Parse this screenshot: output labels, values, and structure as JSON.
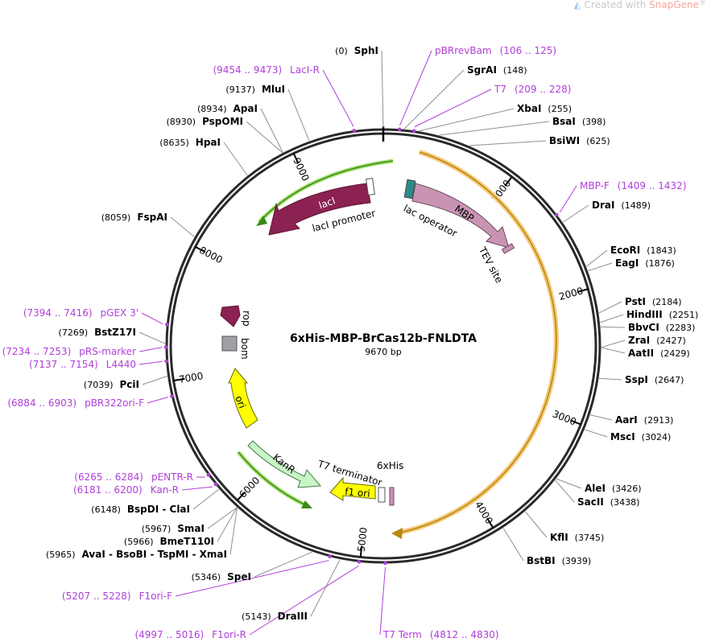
{
  "watermark": {
    "prefix": "Created with",
    "brand": "SnapGene",
    "mark": "®"
  },
  "plasmid": {
    "name": "6xHis-MBP-BrCas12b-FNLDTA",
    "length_label": "9670 bp",
    "length": 9670
  },
  "tick_labels": [
    "1000",
    "2000",
    "3000",
    "4000",
    "5000",
    "6000",
    "7000",
    "8000",
    "9000"
  ],
  "sites": [
    {
      "name": "SphI",
      "pos": "(0)"
    },
    {
      "name": "SgrAI",
      "pos": "(148)"
    },
    {
      "name": "XbaI",
      "pos": "(255)"
    },
    {
      "name": "BsaI",
      "pos": "(398)"
    },
    {
      "name": "BsiWI",
      "pos": "(625)"
    },
    {
      "name": "DraI",
      "pos": "(1489)"
    },
    {
      "name": "EcoRI",
      "pos": "(1843)"
    },
    {
      "name": "EagI",
      "pos": "(1876)"
    },
    {
      "name": "PstI",
      "pos": "(2184)"
    },
    {
      "name": "HindIII",
      "pos": "(2251)"
    },
    {
      "name": "BbvCI",
      "pos": "(2283)"
    },
    {
      "name": "ZraI",
      "pos": "(2427)"
    },
    {
      "name": "AatII",
      "pos": "(2429)"
    },
    {
      "name": "SspI",
      "pos": "(2647)"
    },
    {
      "name": "AarI",
      "pos": "(2913)"
    },
    {
      "name": "MscI",
      "pos": "(3024)"
    },
    {
      "name": "AleI",
      "pos": "(3426)"
    },
    {
      "name": "SacII",
      "pos": "(3438)"
    },
    {
      "name": "KflI",
      "pos": "(3745)"
    },
    {
      "name": "BstBI",
      "pos": "(3939)"
    },
    {
      "name": "DraIII",
      "pos": "(5143)"
    },
    {
      "name": "SpeI",
      "pos": "(5346)"
    },
    {
      "name": "AvaI  -  BsoBI  -  TspMI  -  XmaI",
      "pos": "(5965)"
    },
    {
      "name": "BmeT110I",
      "pos": "(5966)"
    },
    {
      "name": "SmaI",
      "pos": "(5967)"
    },
    {
      "name": "BspDI  -  ClaI",
      "pos": "(6148)"
    },
    {
      "name": "PciI",
      "pos": "(7039)"
    },
    {
      "name": "BstZ17I",
      "pos": "(7269)"
    },
    {
      "name": "FspAI",
      "pos": "(8059)"
    },
    {
      "name": "HpaI",
      "pos": "(8635)"
    },
    {
      "name": "PspOMI",
      "pos": "(8930)"
    },
    {
      "name": "ApaI",
      "pos": "(8934)"
    },
    {
      "name": "MluI",
      "pos": "(9137)"
    }
  ],
  "primers": [
    {
      "name": "pBRrevBam",
      "range": "(106 .. 125)"
    },
    {
      "name": "T7",
      "range": "(209 .. 228)"
    },
    {
      "name": "MBP-F",
      "range": "(1409 .. 1432)"
    },
    {
      "name": "T7 Term",
      "range": "(4812 .. 4830)"
    },
    {
      "name": "F1ori-R",
      "range": "(4997 .. 5016)"
    },
    {
      "name": "F1ori-F",
      "range": "(5207 .. 5228)"
    },
    {
      "name": "Kan-R",
      "range": "(6181 .. 6200)"
    },
    {
      "name": "pENTR-R",
      "range": "(6265 .. 6284)"
    },
    {
      "name": "pBR322ori-F",
      "range": "(6884 .. 6903)"
    },
    {
      "name": "L4440",
      "range": "(7137 .. 7154)"
    },
    {
      "name": "pRS-marker",
      "range": "(7234 .. 7253)"
    },
    {
      "name": "pGEX 3'",
      "range": "(7394 .. 7416)"
    },
    {
      "name": "LacI-R",
      "range": "(9454 .. 9473)"
    }
  ],
  "features": [
    {
      "name": "lacI",
      "color": "#8b2252"
    },
    {
      "name": "lacI promoter",
      "color": "#ffffff"
    },
    {
      "name": "lac operator",
      "color": "#2e8b8b"
    },
    {
      "name": "MBP",
      "color": "#c994b4"
    },
    {
      "name": "TEV site",
      "color": "#c994b4"
    },
    {
      "name": "rop",
      "color": "#8b2252"
    },
    {
      "name": "bom",
      "color": "#a0a0a8"
    },
    {
      "name": "ori",
      "color": "#ffff00"
    },
    {
      "name": "KanR",
      "color": "#c8f5c8"
    },
    {
      "name": "T7 terminator",
      "color": "#ffffff"
    },
    {
      "name": "6xHis",
      "color": "#c994b4"
    },
    {
      "name": "f1 ori",
      "color": "#ffff00"
    }
  ],
  "colors": {
    "backbone": "#2a2a2a",
    "primer": "#b040d8",
    "orf_arc": "#f5c97a",
    "orf_core": "#b8860b",
    "green_arc": "#3a8a1a"
  }
}
